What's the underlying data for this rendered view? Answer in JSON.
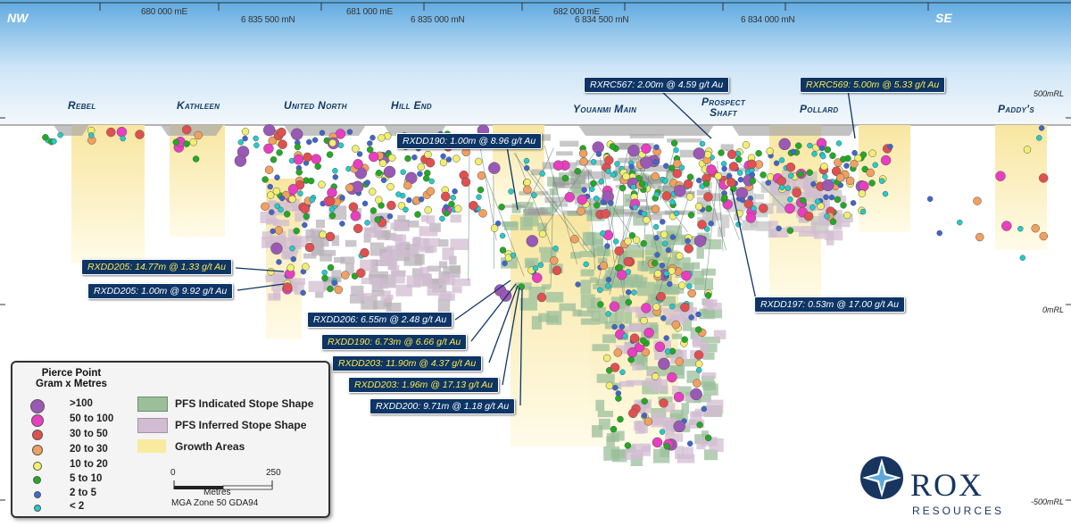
{
  "header": {
    "nw": "NW",
    "se": "SE",
    "eastings": [
      "680 000 mE",
      "681 000 mE",
      "682 000 mE"
    ],
    "northings": [
      "6 835 500 mN",
      "6 835 000 mN",
      "6 834 500 mN",
      "6 834 000 mN"
    ]
  },
  "deposits": [
    "Rebel",
    "Kathleen",
    "United North",
    "Hill End",
    "Youanmi Main",
    "Prospect\nShaft",
    "Pollard",
    "Paddy's"
  ],
  "rl_labels": [
    "500mRL",
    "0mRL",
    "-500mRL"
  ],
  "callouts": [
    {
      "text": "RXRC567: 2.00m @ 4.59 g/t Au",
      "highlight": false
    },
    {
      "text": "RXRC569: 5.00m @ 5.33 g/t Au",
      "highlight": true
    },
    {
      "text": "RXDD190: 1.00m @ 8.96 g/t Au",
      "highlight": false
    },
    {
      "text": "RXDD205: 14.77m @ 1.33 g/t Au",
      "highlight": true
    },
    {
      "text": "RXDD205: 1.00m @ 9.92 g/t Au",
      "highlight": false
    },
    {
      "text": "RXDD197: 0.53m @ 17.00 g/t Au",
      "highlight": false
    },
    {
      "text": "RXDD206: 6.55m @ 2.48 g/t Au",
      "highlight": false
    },
    {
      "text": "RXDD190: 6.73m @ 6.66 g/t Au",
      "highlight": true
    },
    {
      "text": "RXDD203: 11.90m @ 4.37 g/t Au",
      "highlight": true
    },
    {
      "text": "RXDD203: 1.96m @ 17.13 g/t Au",
      "highlight": true
    },
    {
      "text": "RXDD200: 9.71m @ 1.18 g/t Au",
      "highlight": false
    }
  ],
  "legend": {
    "title": "Pierce Point\nGram x Metres",
    "classes": [
      {
        "label": ">100",
        "color": "#9b59b6"
      },
      {
        "label": "50 to 100",
        "color": "#e83fc0"
      },
      {
        "label": "30 to 50",
        "color": "#e05050"
      },
      {
        "label": "20 to 30",
        "color": "#f0a060"
      },
      {
        "label": "10 to 20",
        "color": "#f0ef70"
      },
      {
        "label": "5 to 10",
        "color": "#22aa22"
      },
      {
        "label": "2 to 5",
        "color": "#3f66cc"
      },
      {
        "label": "< 2",
        "color": "#22cccc"
      }
    ],
    "shapes": [
      {
        "label": "PFS Indicated Stope Shape",
        "color": "#9bbf9b"
      },
      {
        "label": "PFS Inferred Stope Shape",
        "color": "#d2bcd2"
      },
      {
        "label": "Growth Areas",
        "color": "#f8eaa0"
      }
    ],
    "scale": {
      "start": "0",
      "end": "250",
      "unit": "Metres",
      "projection": "MGA Zone 50 GDA94"
    }
  },
  "logo": {
    "name": "ROX",
    "sub": "RESOURCES"
  },
  "colors": {
    "sky_top": "#5ea9e0",
    "callout_bg": "#0d3566",
    "brand": "#17355f"
  }
}
